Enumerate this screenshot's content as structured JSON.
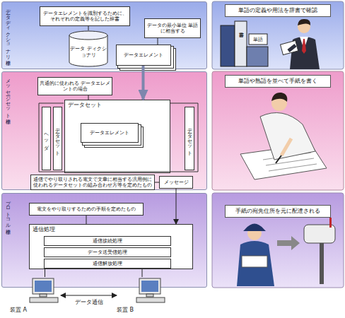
{
  "diagram": {
    "nodes": [
      {
        "text": [
          "データディクショナリ標準"
        ]
      },
      {
        "text": [
          "データエレメントを識別するために、 それぞれの定義等を記した辞書"
        ],
        "in": 0
      },
      {
        "text": [
          "データの最小単位 単語に相当する"
        ],
        "in": 0
      },
      {
        "text": [
          "データ ディクショナリ"
        ],
        "in": 0
      },
      {
        "text": [
          "データエレメント"
        ],
        "in": 0
      },
      {
        "text": [
          "単語の定義や用法を辞書で確認"
        ]
      },
      {
        "text": [
          "メッセージセット標準"
        ]
      },
      {
        "text": [
          "共通的に使われる データエレメントの場合"
        ],
        "in": 6
      },
      {
        "text": [
          "ヘッダ"
        ],
        "in": 6
      },
      {
        "text": [
          "データセット"
        ],
        "in": 6
      },
      {
        "text": [
          "データセット"
        ],
        "in": 6
      },
      {
        "text": [
          "データエレメント"
        ],
        "in": 10
      },
      {
        "text": [
          "データセット"
        ],
        "in": 6
      },
      {
        "text": [
          "通信でやり取りされる電文で文章に相当する汎用例に 使われるデータセットの組み合わせ方等を定めたもの"
        ],
        "in": 6
      },
      {
        "text": [
          "メッセージ"
        ],
        "in": 6
      },
      {
        "text": [
          "単語や熟語を並べて手紙を書く"
        ]
      },
      {
        "text": [
          "プロトコル標準"
        ]
      },
      {
        "text": [
          "電文をやり取りするための手順を定めたもの"
        ],
        "in": 16
      },
      {
        "text": [
          "通信処理"
        ],
        "in": 16
      },
      {
        "text": [
          "通信接続処理"
        ],
        "in": 18
      },
      {
        "text": [
          "データ送受信処理"
        ],
        "in": 18
      },
      {
        "text": [
          "通信解放処理"
        ],
        "in": 18
      },
      {
        "text": [
          "装置 A"
        ]
      },
      {
        "text": [
          "装置 B"
        ]
      },
      {
        "text": [
          "手紙の宛先住所を元に配達される"
        ]
      }
    ],
    "edges": [
      {
        "from": 1,
        "to": 3,
        "arrow": "none"
      },
      {
        "from": 2,
        "to": 4,
        "arrow": "none"
      },
      {
        "from": 4,
        "to": 10,
        "arrow": "to"
      },
      {
        "from": 7,
        "to": 10,
        "arrow": "none"
      },
      {
        "from": 13,
        "to": 14,
        "arrow": "none"
      },
      {
        "from": 14,
        "to": 18,
        "arrow": "to"
      },
      {
        "from": 17,
        "to": 18,
        "arrow": "none"
      },
      {
        "from": 18,
        "to": 22,
        "arrow": "none"
      },
      {
        "from": 18,
        "to": 23,
        "arrow": "none"
      },
      {
        "from": 22,
        "to": 23,
        "label": "データ通信",
        "arrow": "both"
      }
    ],
    "labels": [
      "辞書",
      "単語"
    ]
  }
}
